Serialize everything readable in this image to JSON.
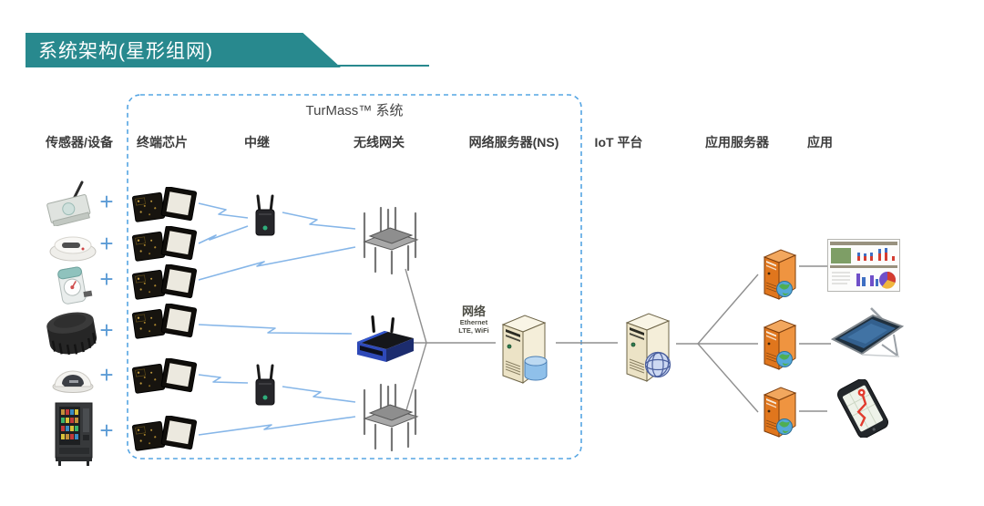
{
  "banner": {
    "title": "系统架构(星形组网)"
  },
  "turmass": {
    "label": "TurMass™ 系统"
  },
  "columns": [
    {
      "label": "传感器/设备"
    },
    {
      "label": "终端芯片"
    },
    {
      "label": "中继"
    },
    {
      "label": "无线网关"
    },
    {
      "label": "网络服务器(NS)"
    },
    {
      "label": "IoT 平台"
    },
    {
      "label": "应用服务器"
    },
    {
      "label": "应用"
    }
  ],
  "network": {
    "title": "网络",
    "line1": "Ethernet",
    "line2": "LTE, WiFi"
  },
  "plus": "+",
  "icons": {
    "sensors": [
      "antenna-box-sensor",
      "smoke-detector",
      "water-meter",
      "puck-sensor",
      "dome-camera",
      "vending-machine"
    ],
    "nodes": [
      "end-node-chip",
      "repeater",
      "antenna-gateway",
      "router-gateway",
      "network-server-with-database",
      "iot-platform-server-with-globe",
      "app-server-orange",
      "dashboard-screen",
      "tablet",
      "smartphone-map"
    ]
  },
  "colors": {
    "banner_bg": "#28898E",
    "accent_blue": "#5B9BD5",
    "dashed_border": "#55A5E3",
    "link_blue": "#86B6E8",
    "connector_gray": "#8F8F8F"
  }
}
